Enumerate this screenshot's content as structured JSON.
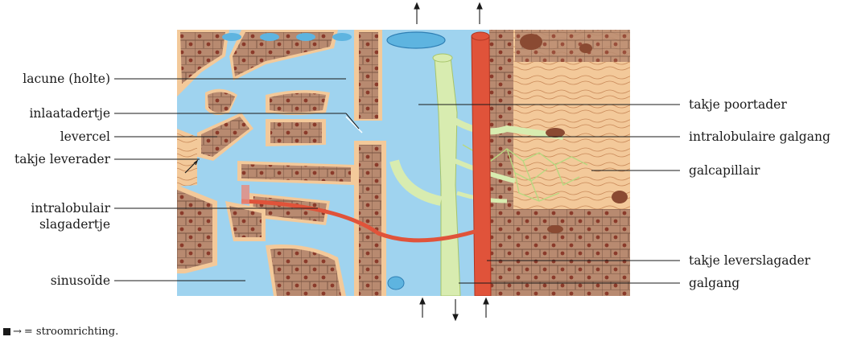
{
  "labels_left": {
    "lacune": "lacune (holte)",
    "inlaatadertje": "inlaatadertje",
    "levercel": "levercel",
    "takje_leverader": "takje leverader",
    "intralobulair_1": "intralobulair",
    "intralobulair_2": "slagadertje",
    "sinusoide": "sinusoïde"
  },
  "labels_right": {
    "takje_poortader": "takje poortader",
    "intralobulaire_galgang": "intralobulaire galgang",
    "galcapillair": "galcapillair",
    "takje_leverslagader": "takje leverslagader",
    "galgang": "galgang"
  },
  "legend": {
    "arrow": "→",
    "text": "= stroomrichting."
  },
  "colors": {
    "sinus_blue": "#9fd3ef",
    "cell_brown": "#b88a70",
    "nucleus": "#8a3a2a",
    "bile_green": "#d8ecb0",
    "artery_red": "#e0533a",
    "tissue_tan": "#f3c99a"
  }
}
